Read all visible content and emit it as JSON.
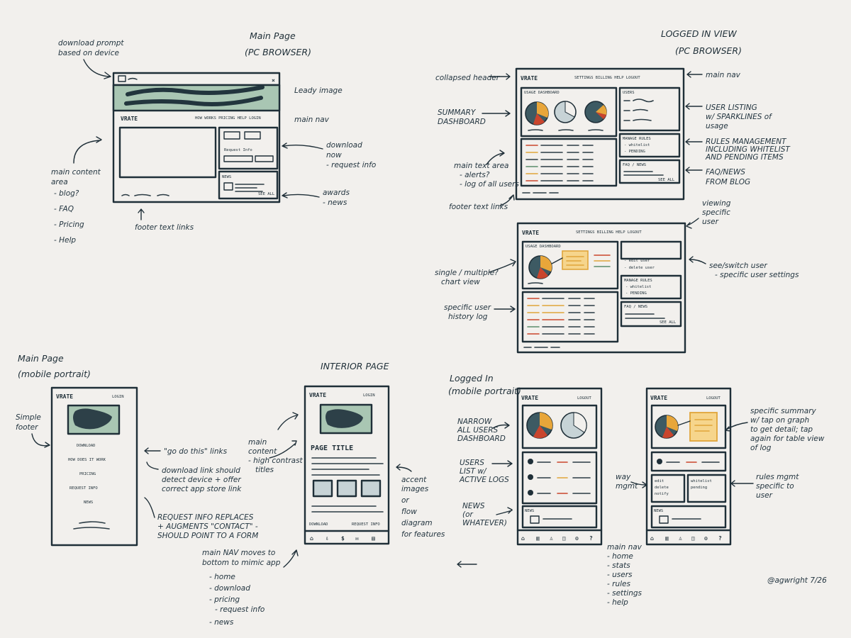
{
  "colors": {
    "ink": "#1f2f38",
    "paper": "#f2f0ed",
    "hero": "#a9c6b3",
    "slate": "#3d5a63",
    "accent_red": "#c9452d",
    "accent_yellow": "#e8a63a"
  },
  "pc_main": {
    "title": "Main Page",
    "subtitle": "(PC BROWSER)",
    "notes": {
      "download_prompt": [
        "download prompt",
        "based on device"
      ],
      "leady_image": "Leady image",
      "main_nav": "main nav",
      "download_now": [
        "download",
        "now",
        "- request info"
      ],
      "awards": [
        "awards",
        "- news"
      ],
      "footer": [
        "footer text links"
      ],
      "content_area": [
        "main content",
        "area",
        "- blog?",
        "- FAQ",
        "- Pricing",
        "- Help"
      ]
    },
    "ui": {
      "logo": "VRATE",
      "nav": "HOW WORKS PRICING HELP LOGIN",
      "request_info": "Request Info",
      "news": "NEWS",
      "see_all": "SEE ALL"
    }
  },
  "pc_logged": {
    "title": "LOGGED IN VIEW",
    "subtitle": "(PC BROWSER)",
    "notes": {
      "collapsed_header": "collapsed header",
      "main_nav": "main nav",
      "summary": [
        "SUMMARY",
        "DASHBOARD"
      ],
      "user_listing": [
        "USER LISTING",
        "w/ SPARKLINES of",
        "usage"
      ],
      "rules_mgmt": [
        "RULES MANAGEMENT",
        "INCLUDING WHITELIST",
        "AND PENDING ITEMS"
      ],
      "main_text_area": [
        "main text area",
        "- alerts?",
        "- log of all users"
      ],
      "faq_news": [
        "FAQ/NEWS",
        "FROM BLOG"
      ],
      "footer": "footer text links",
      "viewing_user": [
        "viewing",
        "specific",
        "user"
      ],
      "see_switch": [
        "see/switch user",
        "- specific user settings"
      ],
      "chart_view": [
        "single / multiple?",
        "chart view"
      ],
      "user_log": [
        "specific user",
        "history log"
      ]
    },
    "ui": {
      "logo": "VRATE",
      "nav": "SETTINGS BILLING HELP LOGOUT",
      "usage_dashboard": "USAGE DASHBOARD",
      "users": "USERS",
      "manage_rules": "MANAGE RULES",
      "whitelist": "- whitelist",
      "pending": "- PENDING",
      "faq_news": "FAQ / NEWS",
      "see_all": "SEE ALL",
      "edit_user": "- edit user",
      "delete_user": "- delete user"
    }
  },
  "mobile_main": {
    "title": "Main Page",
    "subtitle": "(mobile portrait)",
    "notes": {
      "simple_footer": [
        "Simple",
        "footer"
      ],
      "go_do_this": "\"go do this\" links",
      "download_link": [
        "download link should",
        "detect device + offer",
        "correct app store link"
      ],
      "request_replaces": [
        "REQUEST INFO REPLACES",
        "+ AUGMENTS \"CONTACT\" -",
        "SHOULD POINT TO A FORM"
      ],
      "main_content": [
        "main",
        "content",
        "- high contrast",
        "titles"
      ]
    },
    "ui": {
      "logo": "VRATE",
      "login": "LOGIN",
      "links": [
        "DOWNLOAD",
        "HOW DOES IT WORK",
        "PRICING",
        "REQUEST INFO",
        "NEWS"
      ]
    }
  },
  "interior": {
    "title": "INTERIOR PAGE",
    "notes": {
      "accent": [
        "accent",
        "images",
        "or",
        "flow",
        "diagram",
        "for features"
      ],
      "nav_moves": [
        "main NAV moves to",
        "bottom to mimic app",
        "- home",
        "- download",
        "- pricing",
        "- request info",
        "- news"
      ]
    },
    "ui": {
      "logo": "VRATE",
      "login": "LOGIN",
      "page_title": "PAGE TITLE",
      "download": "DOWNLOAD",
      "request_info": "REQUEST INFO"
    }
  },
  "mobile_logged": {
    "title": "Logged In",
    "subtitle": "(mobile portrait)",
    "notes": {
      "narrow": [
        "NARROW",
        "ALL USERS",
        "DASHBOARD"
      ],
      "users_list": [
        "USERS",
        "LIST w/",
        "ACTIVE LOGS"
      ],
      "news": [
        "NEWS",
        "(or",
        "WHATEVER)"
      ],
      "way_mgmt": [
        "way",
        "mgmt"
      ],
      "specific_summary": [
        "specific summary",
        "w/ tap on graph",
        "to get detail; tap",
        "again for table view",
        "of log"
      ],
      "rules_mgmt": [
        "rules mgmt",
        "specific to",
        "user"
      ],
      "main_nav": [
        "main nav",
        "- home",
        "- stats",
        "- users",
        "- rules",
        "- settings",
        "- help"
      ]
    },
    "ui": {
      "logo": "VRATE",
      "logout": "LOGOUT",
      "news": "NEWS",
      "edit": [
        "edit",
        "delete",
        "notify"
      ],
      "whitelist": [
        "whitelist",
        "pending"
      ]
    }
  },
  "signature": "@agwright 7/26"
}
